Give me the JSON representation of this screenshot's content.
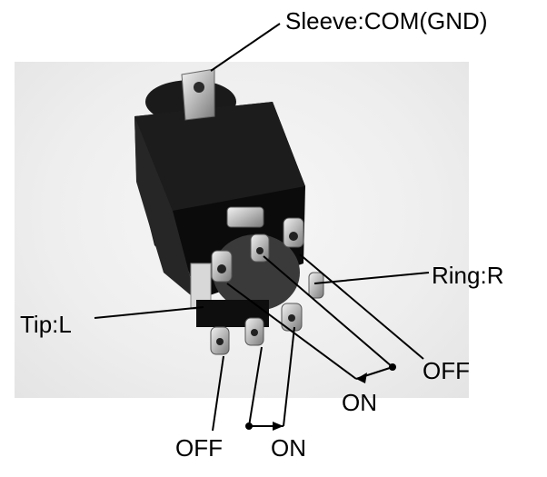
{
  "labels": {
    "sleeve": "Sleeve:COM(GND)",
    "ring": "Ring:R",
    "tip": "Tip:L",
    "off_right": "OFF",
    "on_right": "ON",
    "off_left": "OFF",
    "on_left": "ON"
  },
  "colors": {
    "body": "#111111",
    "pin": "#c9c9c9",
    "leader": "#000000"
  }
}
